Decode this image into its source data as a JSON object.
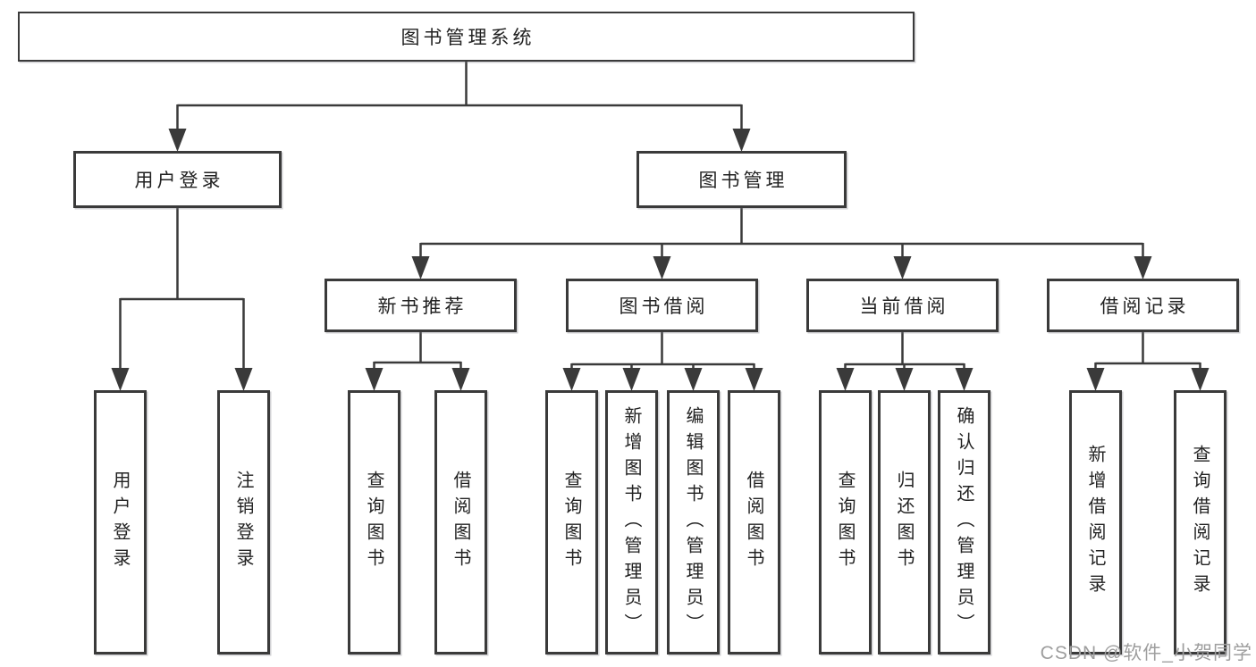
{
  "diagram_type": "hierarchy-tree",
  "tree": {
    "root": "图书管理系统",
    "children": [
      {
        "label": "用户登录",
        "children": [
          "用户登录",
          "注销登录"
        ]
      },
      {
        "label": "图书管理",
        "children": [
          {
            "label": "新书推荐",
            "children": [
              "查询图书",
              "借阅图书"
            ]
          },
          {
            "label": "图书借阅",
            "children": [
              "查询图书",
              "新增图书（管理员）",
              "编辑图书（管理员）",
              "借阅图书"
            ]
          },
          {
            "label": "当前借阅",
            "children": [
              "查询图书",
              "归还图书",
              "确认归还（管理员）"
            ]
          },
          {
            "label": "借阅记录",
            "children": [
              "新增借阅记录",
              "查询借阅记录"
            ]
          }
        ]
      }
    ]
  },
  "watermark": {
    "text": "CSDN @软件_小贺同学"
  },
  "colors": {
    "line": "#3a3a3a",
    "border": "#3a3a3a",
    "text": "#222222",
    "watermark": "#9e9e9e",
    "background": "#ffffff"
  }
}
